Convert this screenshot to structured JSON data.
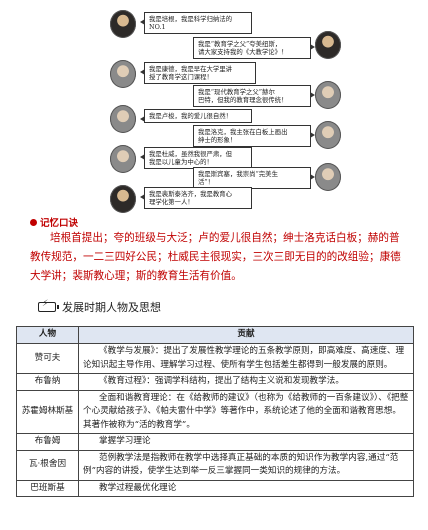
{
  "chat": [
    {
      "side": "left",
      "text": "我是培根，我是科学归纳法的\nNO.1",
      "avatar": "bacon-portrait"
    },
    {
      "side": "right",
      "text": "我是“教育学之父”夸美纽斯，\n请大家支持我的《大教学论》！",
      "avatar": "comenius-portrait"
    },
    {
      "side": "left",
      "text": "我是康德，我是早在大学里讲\n授了教育学这门课程！",
      "avatar": "kant-portrait"
    },
    {
      "side": "right",
      "text": "我是“现代教育学之父”赫尔\n巴特，但我的教育理念很传统！",
      "avatar": "herbart-portrait"
    },
    {
      "side": "left",
      "text": "我是卢梭，我的爱儿很自然！",
      "avatar": "rousseau-portrait"
    },
    {
      "side": "right",
      "text": "我是洛克，我主张在白板上画出\n绅士的形象！",
      "avatar": "locke-portrait"
    },
    {
      "side": "left",
      "text": "我是杜威，虽然我很严肃，但\n我是以儿童为中心的！",
      "avatar": "dewey-portrait"
    },
    {
      "side": "right",
      "text": "我是斯宾塞，我崇尚“完美生\n活”！",
      "avatar": "spencer-portrait"
    },
    {
      "side": "left",
      "text": "我是裴斯泰洛齐，我是教育心\n理学化第一人！",
      "avatar": "pestalozzi-portrait"
    }
  ],
  "memo": {
    "title": "记忆口诀",
    "text": "培根首提出；夸的班级与大泛；卢的爱儿很自然；绅士洛克话白板；赫的普教传规范，一二三四好公民；杜威民主很现实，三次三即无目的的改组验；康德大学讲；裴斯教心理；斯的教育生活有价值。"
  },
  "section_title": "发展时期人物及思想",
  "table": {
    "headers": [
      "人物",
      "贡献"
    ],
    "rows": [
      {
        "name": "赞可夫",
        "contribution": "《教学与发展》：提出了发展性教学理论的五条教学原则，即高难度、高速度、理论知识起主导作用、理解学习过程、使所有学生包括差生都得到一般发展的原则。"
      },
      {
        "name": "布鲁纳",
        "contribution": "《教育过程》：强调学科结构，提出了结构主义说和发现教学法。"
      },
      {
        "name": "苏霍姆林斯基",
        "contribution": "全面和谐教育理论：在《给教师的建议》（也称为《给教师的一百条建议》）、《把整个心灵献给孩子》、《帕夫雷什中学》等著作中，系统论述了他的全面和谐教育思想。其著作被称为“活的教育学”。"
      },
      {
        "name": "布鲁姆",
        "contribution": "掌握学习理论"
      },
      {
        "name": "瓦·根舍因",
        "contribution": "范例教学法是指教师在教学中选择真正基础的本质的知识作为教学内容,通过“范例”内容的讲授，使学生达到举一反三掌握同一类知识的规律的方法。"
      },
      {
        "name": "巴班斯基",
        "contribution": "教学过程最优化理论"
      }
    ]
  },
  "colors": {
    "accent": "#c00000",
    "header_bg": "#dfe6f2"
  }
}
